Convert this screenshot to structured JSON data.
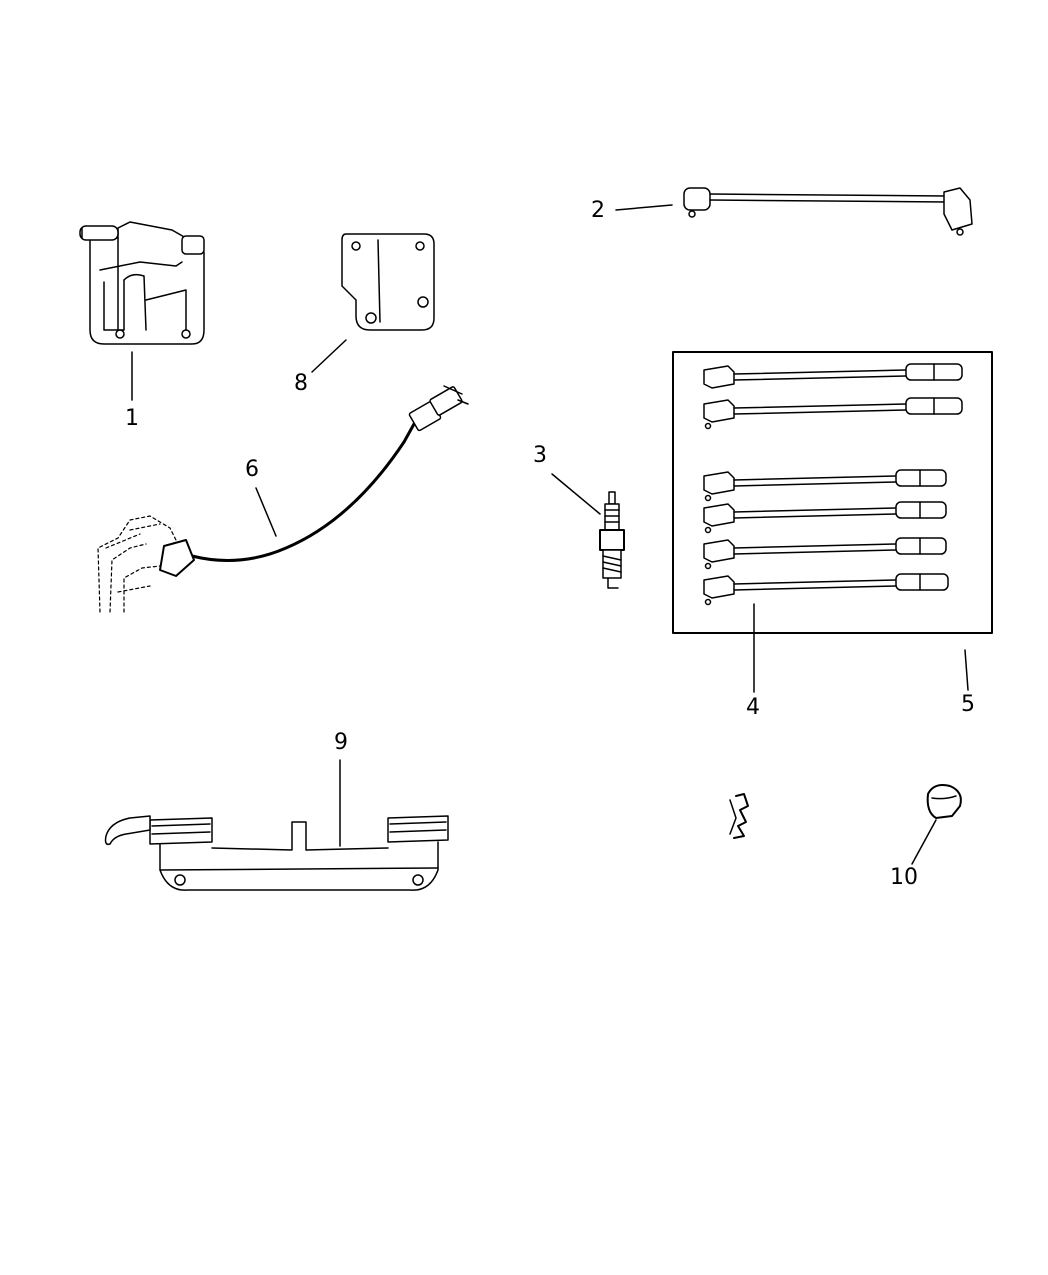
{
  "diagram": {
    "callouts": [
      {
        "id": "c1",
        "label": "1"
      },
      {
        "id": "c2",
        "label": "2"
      },
      {
        "id": "c3",
        "label": "3"
      },
      {
        "id": "c4",
        "label": "4"
      },
      {
        "id": "c5",
        "label": "5"
      },
      {
        "id": "c6",
        "label": "6"
      },
      {
        "id": "c8",
        "label": "8"
      },
      {
        "id": "c9",
        "label": "9"
      },
      {
        "id": "c10",
        "label": "10"
      }
    ],
    "line_color": "#000000",
    "background": "#ffffff"
  }
}
